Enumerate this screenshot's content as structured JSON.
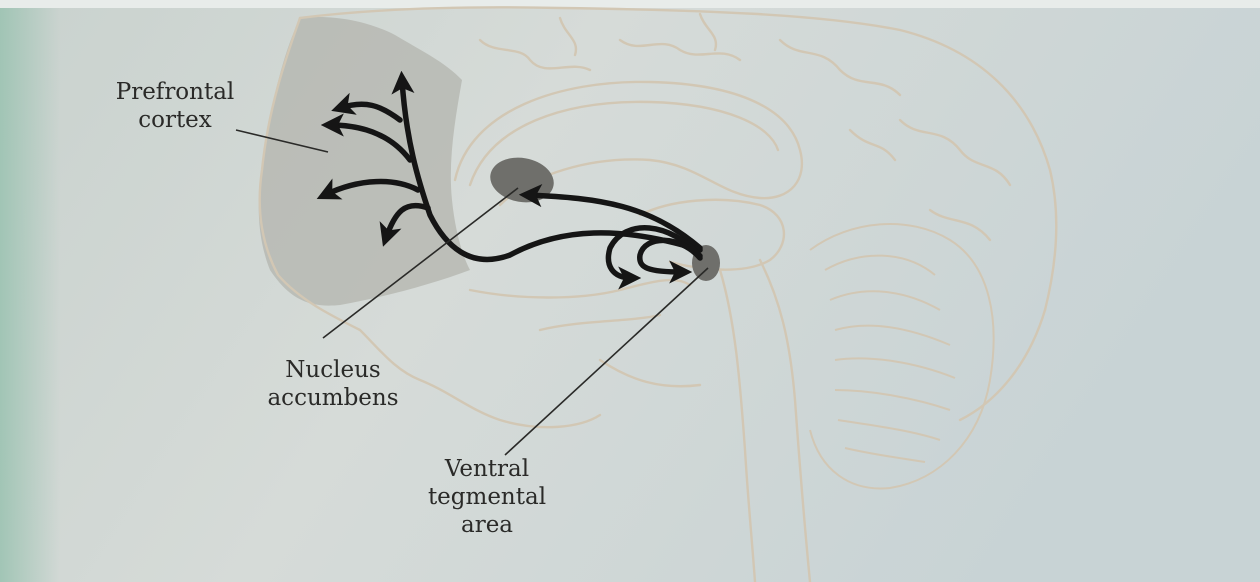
{
  "diagram": {
    "labels": {
      "prefrontal_cortex": {
        "line1": "Prefrontal",
        "line2": "cortex"
      },
      "nucleus_accumbens": {
        "line1": "Nucleus",
        "line2": "accumbens"
      },
      "ventral_tegmental_area": {
        "line1": "Ventral",
        "line2": "tegmental",
        "line3": "area"
      }
    },
    "colors": {
      "page": "#d3d9d6",
      "outline": "#d2c7b4",
      "region_shade": "#b3b4ae",
      "nucleus": "#6f6f6b",
      "pathway": "#151515",
      "text": "#2a2a28",
      "left_edge_tint": "#9cc3b2"
    }
  }
}
